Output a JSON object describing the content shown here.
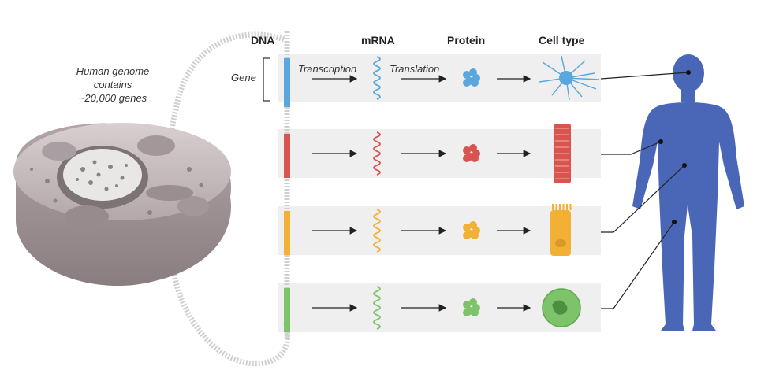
{
  "caption": {
    "line1": "Human genome",
    "line2": "contains",
    "line3": "~20,000 genes"
  },
  "headers": {
    "dna": "DNA",
    "mrna": "mRNA",
    "protein": "Protein",
    "cell_type": "Cell type"
  },
  "labels": {
    "gene": "Gene",
    "transcription": "Transcription",
    "translation": "Translation"
  },
  "rows": [
    {
      "color": "#5aa7de",
      "cell": "neuron-icon",
      "body_target": "head"
    },
    {
      "color": "#d9534f",
      "cell": "muscle-cell-icon",
      "body_target": "arm"
    },
    {
      "color": "#f2b134",
      "cell": "epithelial-cell-icon",
      "body_target": "abdomen"
    },
    {
      "color": "#7cc36a",
      "cell": "white-blood-cell-icon",
      "body_target": "leg"
    }
  ],
  "colors": {
    "band": "#efefef",
    "body": "#4a66b6",
    "cell_membrane": "#9b8f92",
    "arrow": "#222222"
  }
}
